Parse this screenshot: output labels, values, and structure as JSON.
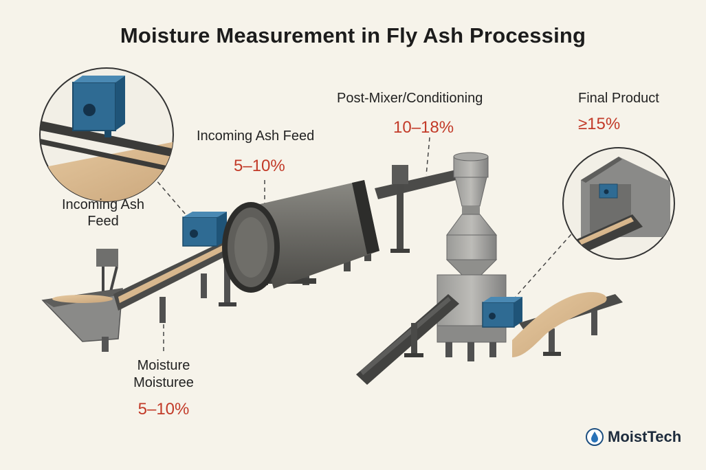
{
  "title": "Moisture Measurement in Fly Ash Processing",
  "stages": {
    "incoming_inset": {
      "label": "Incoming Ash\nFeed"
    },
    "incoming_feed": {
      "label": "Incoming Ash Feed",
      "value": "5–10%"
    },
    "post_mixer": {
      "label": "Post-Mixer/Conditioning",
      "value": "10–18%"
    },
    "final_product": {
      "label": "Final Product",
      "value": "≥15%"
    },
    "conveyor": {
      "label_line1": "Moisture",
      "label_line2": "Moisturee",
      "value": "5–10%"
    }
  },
  "brand": {
    "name": "MoistTech",
    "icon": "water-drop-icon"
  },
  "colors": {
    "value_red": "#c23a28",
    "sensor_blue": "#2f6b93",
    "machine_gray": "#7d7d7b",
    "ash": "#d9b98e",
    "background": "#f6f3ea"
  }
}
